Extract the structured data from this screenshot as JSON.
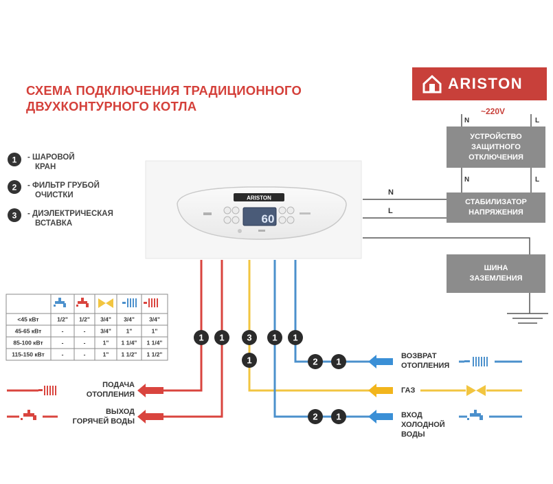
{
  "title": {
    "line1": "СХЕМА ПОДКЛЮЧЕНИЯ ТРАДИЦИОННОГО",
    "line2": "ДВУХКОНТУРНОГО КОТЛА"
  },
  "brand": {
    "name": "ARISTON",
    "color": "#c8403a"
  },
  "legend": [
    {
      "num": "1",
      "line1": "- ШАРОВОЙ",
      "line2": "КРАН"
    },
    {
      "num": "2",
      "line1": "- ФИЛЬТР ГРУБОЙ",
      "line2": "ОЧИСТКИ"
    },
    {
      "num": "3",
      "line1": "- ДИЭЛЕКТРИЧЕСКАЯ",
      "line2": "ВСТАВКА"
    }
  ],
  "boiler": {
    "brand": "ARISTON",
    "display": "60"
  },
  "power": {
    "voltage": "~220V",
    "n": "N",
    "l": "L"
  },
  "boxes": {
    "rcd": {
      "line1": "УСТРОЙСТВО",
      "line2": "ЗАЩИТНОГО",
      "line3": "ОТКЛЮЧЕНИЯ"
    },
    "stabilizer": {
      "line1": "СТАБИЛИЗАТОР",
      "line2": "НАПРЯЖЕНИЯ"
    },
    "ground": {
      "line1": "ШИНА",
      "line2": "ЗАЗЕМЛЕНИЯ"
    },
    "color": "#8c8c8c"
  },
  "table": {
    "rows": [
      [
        "<45 кВт",
        "1/2\"",
        "1/2\"",
        "3/4\"",
        "3/4\"",
        "3/4\""
      ],
      [
        "45-65 кВт",
        "-",
        "-",
        "3/4\"",
        "1\"",
        "1\""
      ],
      [
        "85-100 кВт",
        "-",
        "-",
        "1\"",
        "1 1/4\"",
        "1 1/4\""
      ],
      [
        "115-150 кВт",
        "-",
        "-",
        "1\"",
        "1 1/2\"",
        "1 1/2\""
      ]
    ]
  },
  "connections": {
    "heating_return": {
      "line1": "ВОЗВРАТ",
      "line2": "ОТОПЛЕНИЯ"
    },
    "gas": "ГАЗ",
    "cold_water": {
      "line1": "ВХОД",
      "line2": "ХОЛОДНОЙ",
      "line3": "ВОДЫ"
    },
    "heating_supply": {
      "line1": "ПОДАЧА",
      "line2": "ОТОПЛЕНИЯ"
    },
    "hot_water": {
      "line1": "ВЫХОД",
      "line2": "ГОРЯЧЕЙ ВОДЫ"
    }
  },
  "colors": {
    "red": "#d9443e",
    "blue": "#4b90cc",
    "yellow": "#f2c540",
    "arrow_blue": "#3a8fd6",
    "arrow_yellow": "#f2b51c",
    "title_red": "#d4403a"
  }
}
